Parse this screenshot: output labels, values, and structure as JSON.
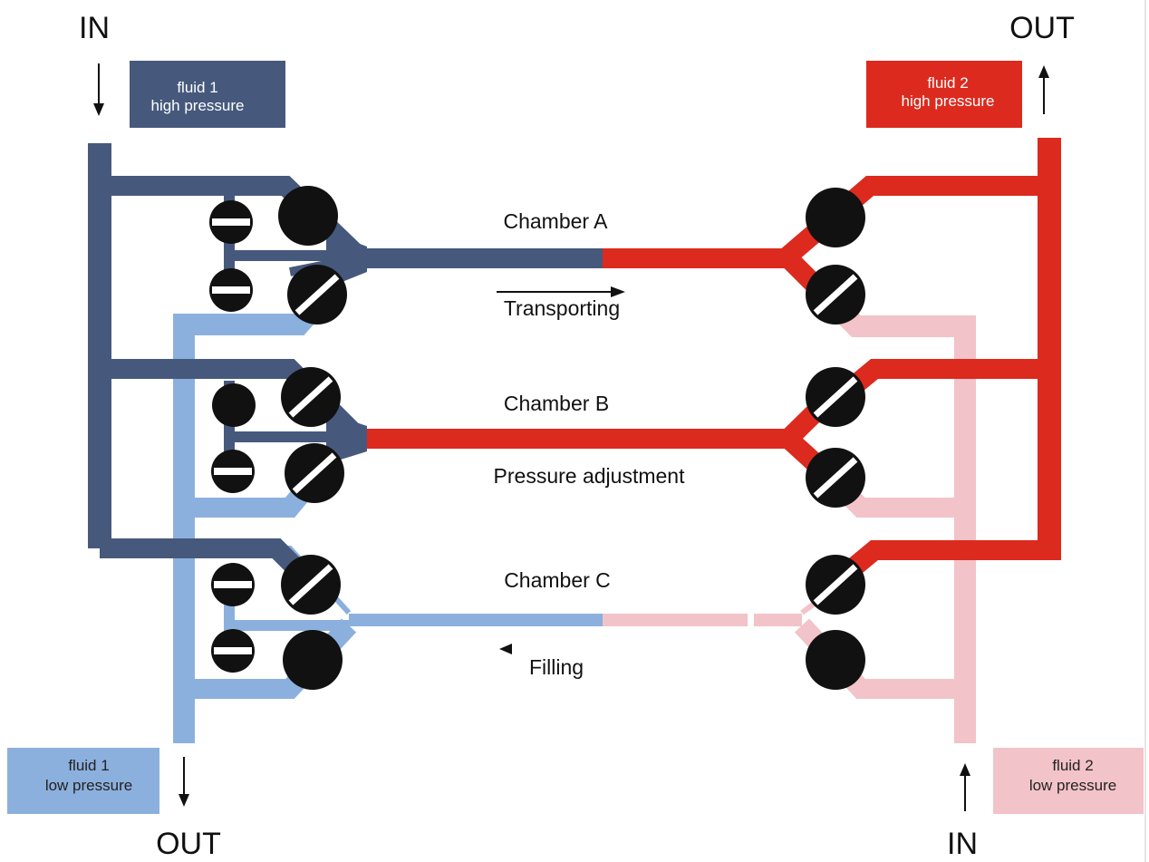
{
  "labels": {
    "in_top": "IN",
    "out_top": "OUT",
    "out_bottom": "OUT",
    "in_bottom": "IN",
    "fluid1_high_line1": "fluid 1",
    "fluid1_high_line2": "high pressure",
    "fluid2_high_line1": "fluid 2",
    "fluid2_high_line2": "high pressure",
    "fluid1_low_line1": "fluid 1",
    "fluid1_low_line2": "low pressure",
    "fluid2_low_line1": "fluid 2",
    "fluid2_low_line2": "low pressure"
  },
  "chambers": [
    {
      "name": "Chamber A",
      "mode": "Transporting"
    },
    {
      "name": "Chamber B",
      "mode": "Pressure adjustment"
    },
    {
      "name": "Chamber C",
      "mode": "Filling"
    }
  ],
  "colors": {
    "fluid1_high": "#46597d",
    "fluid1_low": "#8cb0dd",
    "fluid2_high": "#dc2a1e",
    "fluid2_low": "#f2c3c8"
  }
}
